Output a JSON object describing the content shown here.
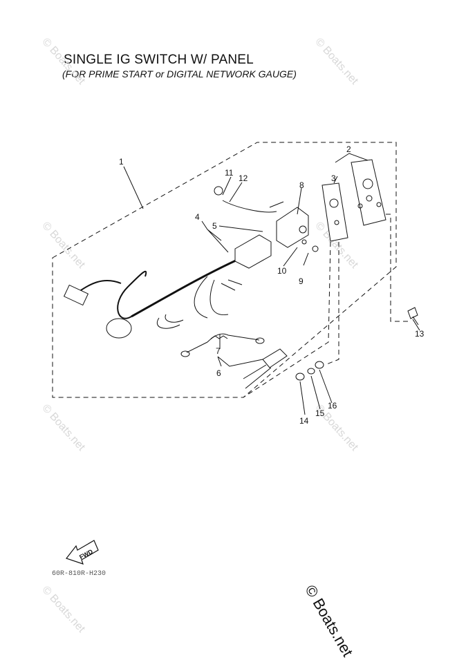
{
  "header": {
    "title": "SINGLE IG SWITCH W/ PANEL",
    "subtitle": "(FOR PRIME START or DIGITAL NETWORK GAUGE)"
  },
  "callouts": [
    {
      "id": "c1",
      "label": "1"
    },
    {
      "id": "c2",
      "label": "2"
    },
    {
      "id": "c3",
      "label": "3"
    },
    {
      "id": "c4",
      "label": "4"
    },
    {
      "id": "c5",
      "label": "5"
    },
    {
      "id": "c6",
      "label": "6"
    },
    {
      "id": "c7",
      "label": "7"
    },
    {
      "id": "c8",
      "label": "8"
    },
    {
      "id": "c9",
      "label": "9"
    },
    {
      "id": "c10",
      "label": "10"
    },
    {
      "id": "c11",
      "label": "11"
    },
    {
      "id": "c12",
      "label": "12"
    },
    {
      "id": "c13",
      "label": "13"
    },
    {
      "id": "c14",
      "label": "14"
    },
    {
      "id": "c15",
      "label": "15"
    },
    {
      "id": "c16",
      "label": "16"
    }
  ],
  "fwd_label": "FWD",
  "diagram_code": "60R-810R-H230",
  "watermark": "© Boats.net",
  "colors": {
    "line": "#111111",
    "watermark": "#d8d8d8"
  }
}
